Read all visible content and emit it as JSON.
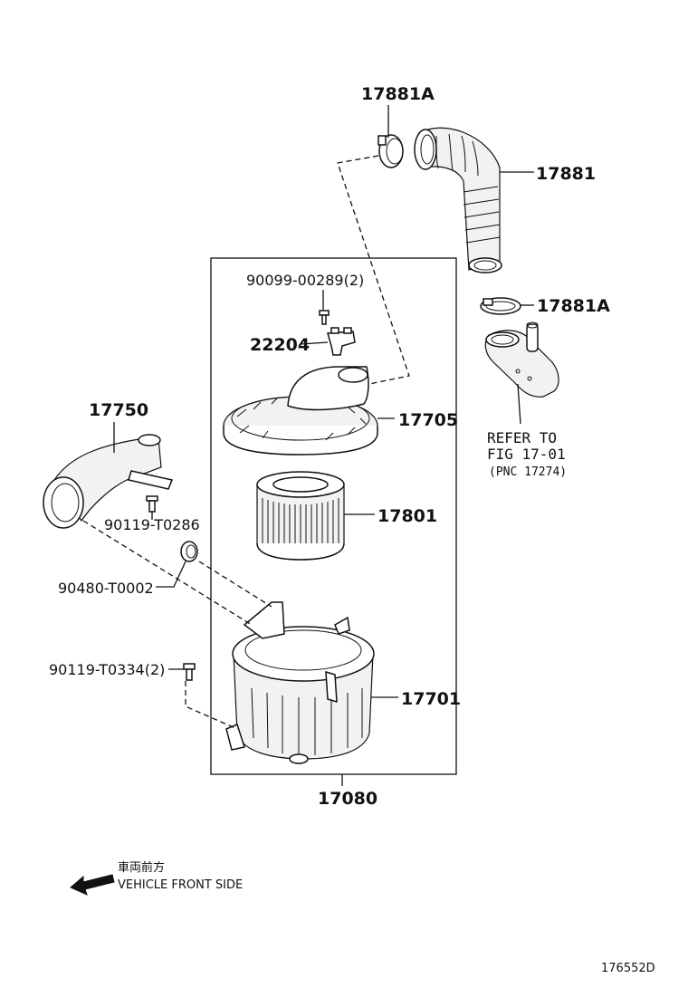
{
  "labels": {
    "p17881a_top": "17881A",
    "p17881": "17881",
    "p17881a_mid": "17881A",
    "p90099": "90099-00289(2)",
    "p22204": "22204",
    "p17705": "17705",
    "p17750": "17750",
    "p90119a": "90119-T0286",
    "p17801": "17801",
    "p90480": "90480-T0002",
    "p90119b": "90119-T0334(2)",
    "p17701": "17701",
    "p17080": "17080"
  },
  "refer": {
    "line1": "REFER TO",
    "line2": "FIG 17-01",
    "line3": "(PNC 17274)"
  },
  "direction": {
    "japanese": "車両前方",
    "english": "VEHICLE FRONT SIDE"
  },
  "figure_id": "176552D"
}
